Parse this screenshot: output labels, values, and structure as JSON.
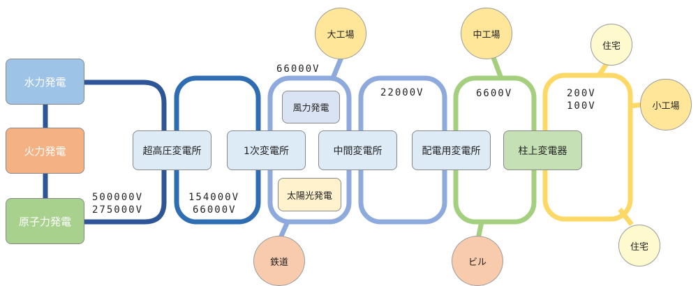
{
  "colors": {
    "loop_dark": "#2e5596",
    "loop_mid": "#2f6db3",
    "loop_light": "#8eaadc",
    "loop_green": "#a4cf7e",
    "loop_yellow": "#fcd966",
    "hydro": "#9dc3e6",
    "thermal": "#f4b183",
    "nuclear": "#a9d18e",
    "substation": "#ddebf7",
    "wind": "#dae3f3",
    "solar": "#fff2cc",
    "pole": "#c5e0b4",
    "consumer_yellow": "#ffe699",
    "consumer_pale": "#fffacd",
    "consumer_orange": "#f8cbad"
  },
  "generators": {
    "hydro": "水力発電",
    "thermal": "火力発電",
    "nuclear": "原子力発電"
  },
  "substations": {
    "ultra_high": "超高圧変電所",
    "primary": "1次変電所",
    "intermediate": "中間変電所",
    "distribution": "配電用変電所",
    "pole": "柱上変電器"
  },
  "sources": {
    "wind": "風力発電",
    "solar": "太陽光発電"
  },
  "consumers": {
    "large_factory": "大工場",
    "railway": "鉄道",
    "medium_factory": "中工場",
    "building": "ビル",
    "house_top": "住宅",
    "small_factory": "小工場",
    "house_bottom": "住宅"
  },
  "voltages": {
    "v500000": "500000V",
    "v275000": "275000V",
    "v154000": "154000V",
    "v66000_low": "66000V",
    "v66000_top": "66000V",
    "v22000": "22000V",
    "v6600": "6600V",
    "v200": "200V",
    "v100": "100V"
  }
}
